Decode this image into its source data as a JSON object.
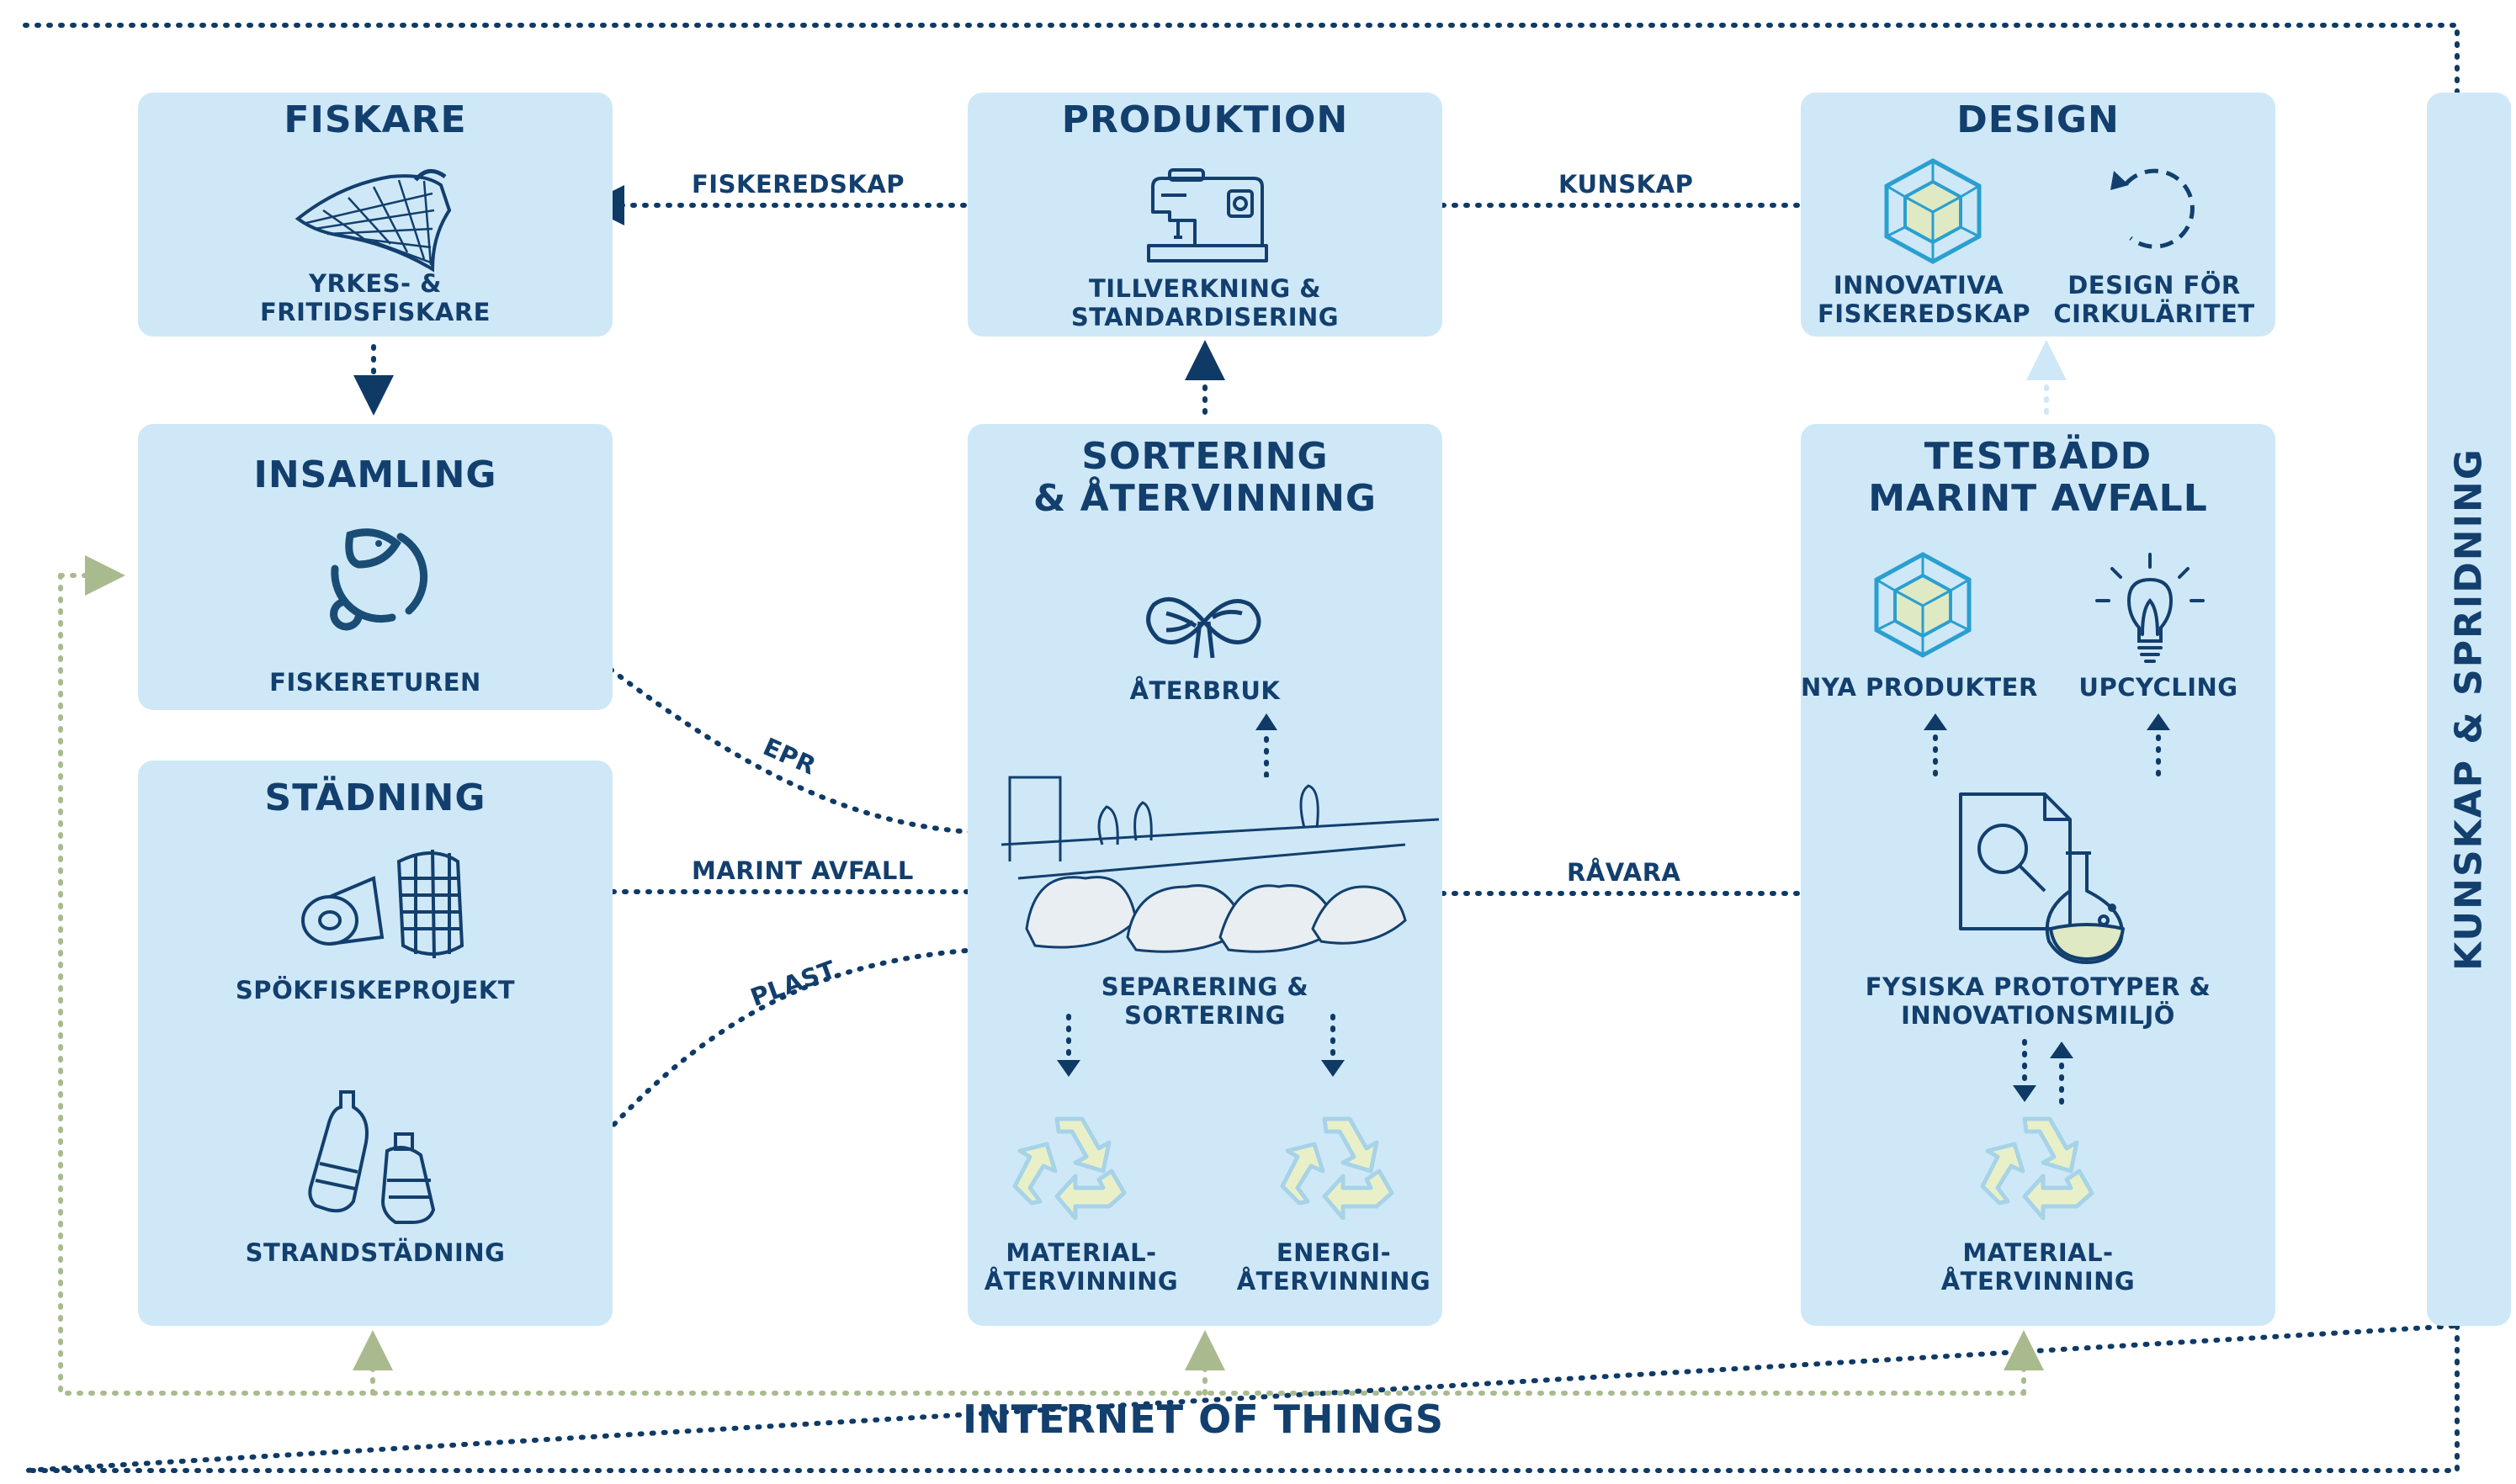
{
  "colors": {
    "box": "#cfe8f7",
    "text": "#123f6e",
    "arrow": "#0f3a66",
    "iot": "#a9bb8e",
    "recycle": "#a7d3e8"
  },
  "fiskare": {
    "title": "FISKARE",
    "line1": "YRKES- &",
    "line2": "FRITIDSFISKARE",
    "icon": "fishing-net-icon"
  },
  "produktion": {
    "title": "PRODUKTION",
    "line1": "TILLVERKNING &",
    "line2": "STANDARDISERING",
    "icon": "sewing-machine-icon"
  },
  "design": {
    "title": "DESIGN",
    "item1_line1": "INNOVATIVA",
    "item1_line2": "FISKEREDSKAP",
    "item2_line1": "DESIGN FÖR",
    "item2_line2": "CIRKULÄRITET",
    "icons": [
      "cube-icon",
      "circular-arrow-icon"
    ]
  },
  "insamling": {
    "title": "INSAMLING",
    "label": "FISKERETUREN",
    "icon": "fish-hook-icon"
  },
  "stadning": {
    "title": "STÄDNING",
    "label1": "SPÖKFISKEPROJEKT",
    "label2": "STRANDSTÄDNING",
    "icons": [
      "fish-trap-icon",
      "plastic-bottle-icon"
    ]
  },
  "sortering": {
    "title_line1": "SORTERING",
    "title_line2": "& ÅTERVINNING",
    "reuse": "ÅTERBRUK",
    "sep_line1": "SEPARERING &",
    "sep_line2": "SORTERING",
    "mat_line1": "MATERIAL-",
    "mat_line2": "ÅTERVINNING",
    "energy_line1": "ENERGI-",
    "energy_line2": "ÅTERVINNING",
    "icons": [
      "rope-icon",
      "sorting-facility-icon",
      "recycle-icon"
    ]
  },
  "testbadd": {
    "title_line1": "TESTBÄDD",
    "title_line2": "MARINT AVFALL",
    "new_products": "NYA PRODUKTER",
    "upcycling": "UPCYCLING",
    "proto_line1": "FYSISKA PROTOTYPER &",
    "proto_line2": "INNOVATIONSMILJÖ",
    "mat_line1": "MATERIAL-",
    "mat_line2": "ÅTERVINNING",
    "icons": [
      "cube-icon",
      "lightbulb-icon",
      "lab-document-icon",
      "recycle-icon"
    ]
  },
  "edges": {
    "fiskeredskap": "FISKEREDSKAP",
    "kunskap": "KUNSKAP",
    "epr": "EPR",
    "marint_avfall": "MARINT AVFALL",
    "plast": "PLAST",
    "ravara": "RÅVARA"
  },
  "sidebar": {
    "label": "KUNSKAP & SPRIDNING"
  },
  "footer": {
    "label": "INTERNET OF THINGS"
  }
}
